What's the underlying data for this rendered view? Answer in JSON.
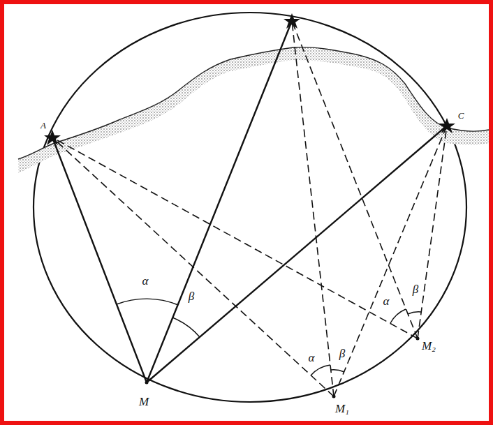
{
  "diagram": {
    "labels": [
      "A",
      "C",
      "M",
      "M₁",
      "M₂",
      "α",
      "β",
      "α",
      "β",
      "α",
      "β"
    ]
  }
}
